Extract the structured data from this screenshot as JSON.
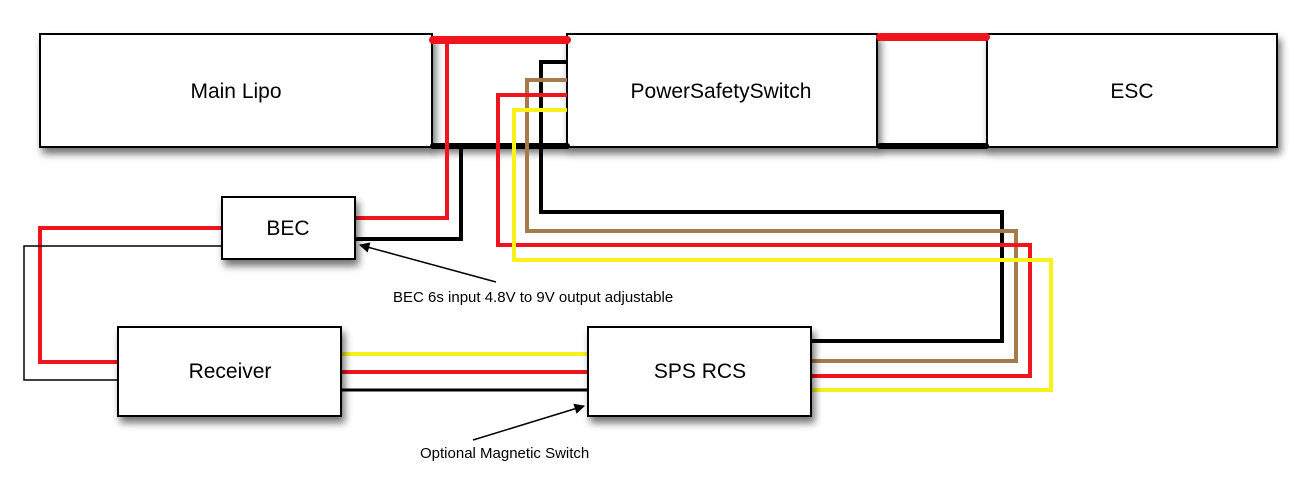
{
  "diagram": {
    "colors": {
      "red": "#f0141e",
      "black": "#000000",
      "brown": "#a77a4c",
      "yellow": "#f8f21a"
    },
    "components": {
      "main_lipo": "Main Lipo",
      "power_safety_switch": "PowerSafetySwitch",
      "esc": "ESC",
      "bec": "BEC",
      "receiver": "Receiver",
      "sps_rcs": "SPS RCS"
    },
    "annotations": {
      "bec_note": "BEC 6s input 4.8V to 9V output adjustable",
      "magnetic_switch_note": "Optional Magnetic Switch"
    }
  }
}
